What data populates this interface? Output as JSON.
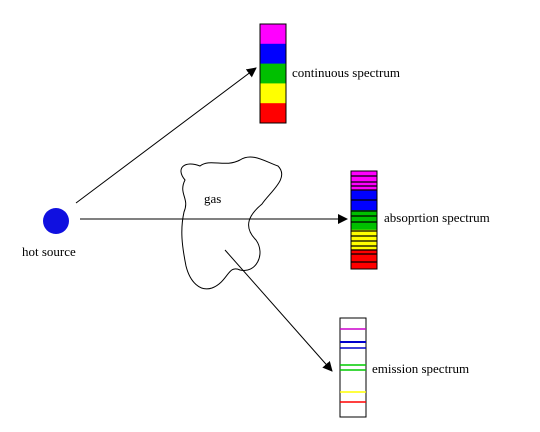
{
  "labels": {
    "hot_source": "hot source",
    "gas": "gas",
    "continuous": "continuous spectrum",
    "absorption": "absoprtion spectrum",
    "emission": "emission spectrum"
  },
  "colors": {
    "source": "#1010e0",
    "arrow": "#000000",
    "outline": "#000000",
    "background": "#ffffff"
  },
  "spectra": {
    "continuous_bands": [
      "#ff00ff",
      "#0000ff",
      "#00c000",
      "#ffff00",
      "#ff0000"
    ],
    "absorption_bands": [
      "#ff00ff",
      "#0000ff",
      "#00c000",
      "#ffff00",
      "#ff0000"
    ],
    "absorption_line_color": "#000000",
    "emission_lines": [
      "#cc00cc",
      "#0000cc",
      "#0000cc",
      "#00cc00",
      "#00cc00",
      "#ffff00",
      "#ff0000"
    ]
  }
}
